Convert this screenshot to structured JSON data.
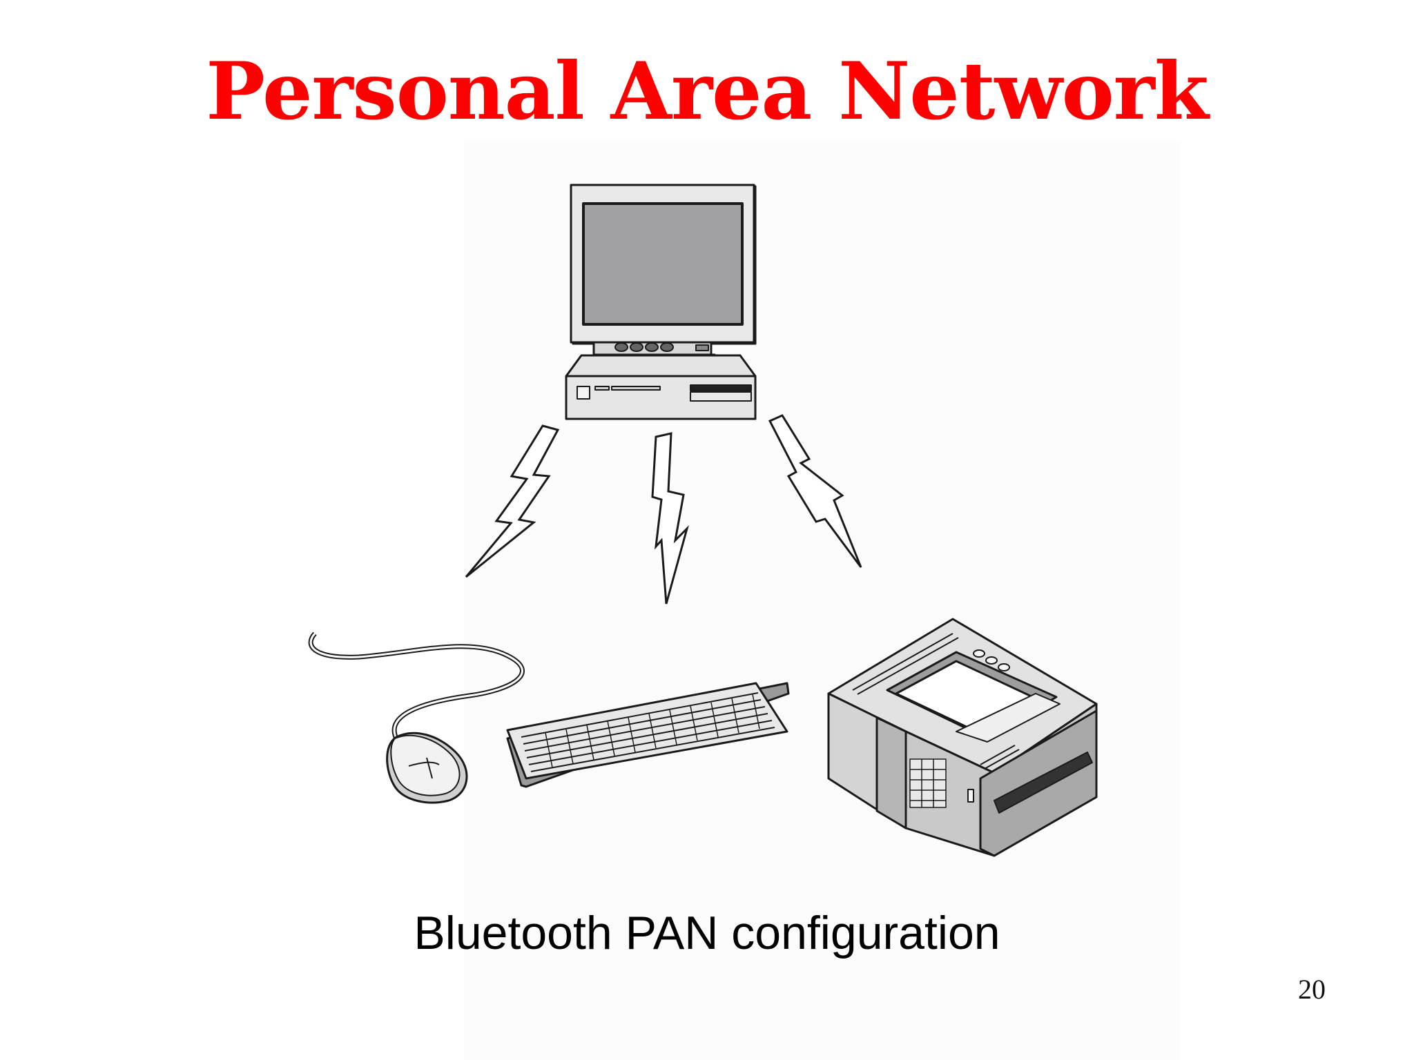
{
  "slide": {
    "title": "Personal Area Network",
    "caption": "Bluetooth PAN configuration",
    "page_number": "20"
  },
  "colors": {
    "title": "#ff0000",
    "text": "#000000",
    "screen": "#a1a1a3",
    "device_body": "#e6e6e6",
    "device_shadow": "#b4b4b4",
    "outline": "#1a1a1a"
  },
  "icons": {
    "desktop": "desktop-computer-icon",
    "mouse": "mouse-icon",
    "keyboard": "keyboard-icon",
    "printer": "printer-icon",
    "wireless_link": "lightning-bolt-icon"
  }
}
